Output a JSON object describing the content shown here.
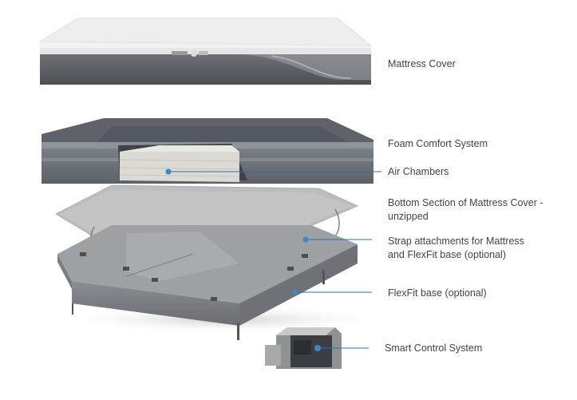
{
  "labels": {
    "mattress_cover": "Mattress Cover",
    "foam_comfort": "Foam Comfort System",
    "air_chambers": "Air Chambers",
    "bottom_section_line1": "Bottom Section of Mattress Cover -",
    "bottom_section_line2": "unzipped",
    "strap_line1": "Strap attachments for Mattress",
    "strap_line2": "and FlexFit base (optional)",
    "flexfit_base": "FlexFit base (optional)",
    "smart_control": "Smart Control System"
  },
  "colors": {
    "callout_line": "#2f6fa8",
    "callout_dot": "#3a86c8",
    "label_text": "#444444"
  }
}
